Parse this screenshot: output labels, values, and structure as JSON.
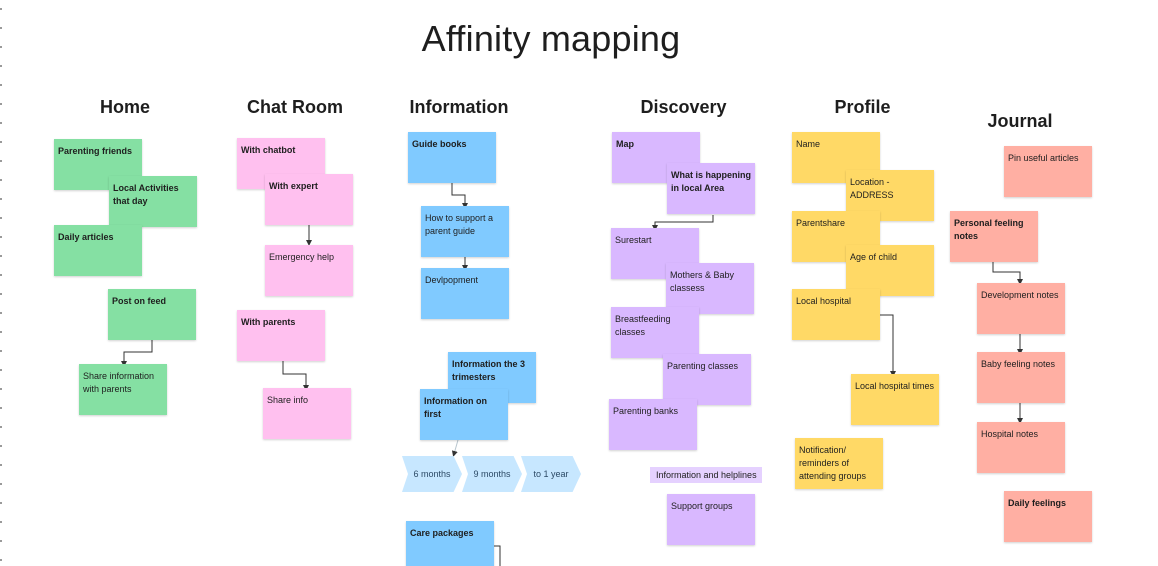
{
  "title": "Affinity mapping",
  "columns": {
    "home": {
      "heading": "Home",
      "notes": [
        "Parenting friends",
        "Local Activities that day",
        "Daily articles",
        "Post on feed",
        "Share information with parents"
      ]
    },
    "chat_room": {
      "heading": "Chat Room",
      "notes": [
        "With chatbot",
        "With expert",
        "Emergency help",
        "With parents",
        "Share info"
      ]
    },
    "information": {
      "heading": "Information",
      "notes": [
        "Guide books",
        "How to support a parent guide",
        "Devlpopment",
        "Information the 3 trimesters",
        "Information on first",
        "Care packages"
      ],
      "timeline": [
        "6 months",
        "9 months",
        "to 1 year"
      ]
    },
    "discovery": {
      "heading": "Discovery",
      "notes": [
        "Map",
        "What is happening in local Area",
        "Surestart",
        "Mothers & Baby classess",
        "Breastfeeding classes",
        "Parenting classes",
        "Parenting banks",
        "Information and helplines",
        "Support groups"
      ]
    },
    "profile": {
      "heading": "Profile",
      "notes": [
        "Name",
        "Location - ADDRESS",
        "Parentshare",
        "Age of child",
        "Local hospital",
        "Local hospital times",
        "Notification/ reminders of attending groups"
      ]
    },
    "journal": {
      "heading": "Journal",
      "notes": [
        "Pin useful articles",
        "Personal feeling notes",
        "Development notes",
        "Baby feeling notes",
        "Hospital notes",
        "Daily feelings"
      ]
    }
  },
  "colors": {
    "green": "#85e0a3",
    "pink": "#ffc0ef",
    "blue": "#80caff",
    "purple": "#d9b8ff",
    "yellow": "#ffd966",
    "salmon": "#ffafa3",
    "chevron": "#c7e7ff"
  }
}
